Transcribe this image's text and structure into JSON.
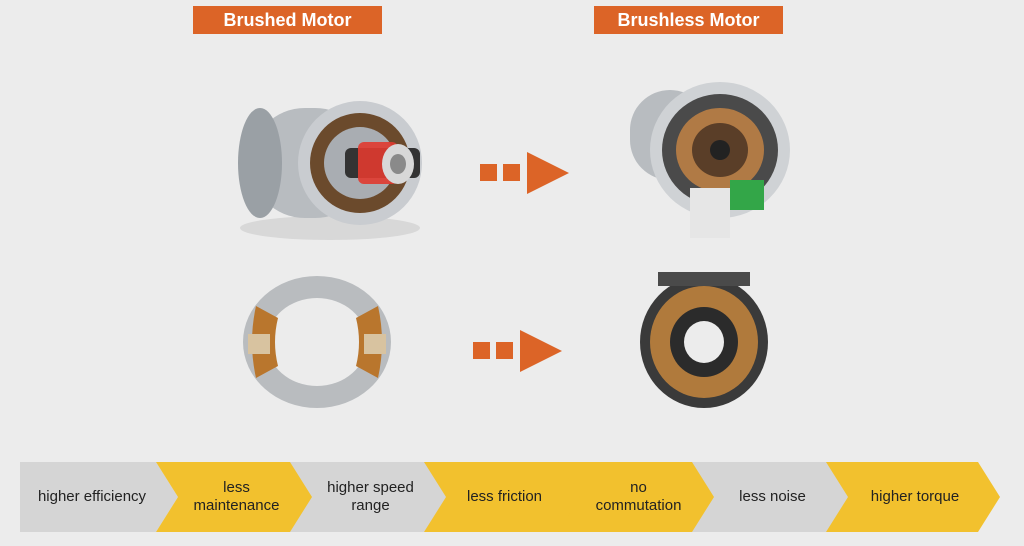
{
  "headers": {
    "brushed": "Brushed Motor",
    "brushless": "Brushless Motor"
  },
  "colors": {
    "accent": "#dc6427",
    "yellow": "#f2c12e",
    "gray": "#d5d5d5",
    "background": "#ececec"
  },
  "benefits": [
    {
      "label": "higher efficiency",
      "color": "gray"
    },
    {
      "label": "less maintenance",
      "color": "yellow"
    },
    {
      "label": "higher speed range",
      "color": "gray"
    },
    {
      "label": "less friction",
      "color": "yellow"
    },
    {
      "label": "no commutation",
      "color": "yellow"
    },
    {
      "label": "less noise",
      "color": "gray"
    },
    {
      "label": "higher torque",
      "color": "yellow"
    }
  ]
}
